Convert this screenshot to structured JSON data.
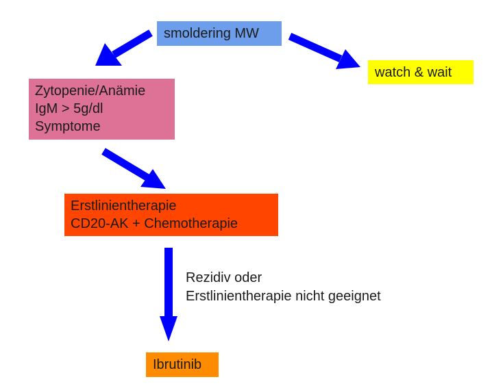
{
  "nodes": {
    "smoldering": {
      "label": "smoldering MW",
      "color": "#6d9eeb"
    },
    "watch": {
      "label": "watch & wait",
      "color": "#ffff00"
    },
    "zyto": {
      "lines": [
        "Zytopenie/Anämie",
        "IgM > 5g/dl",
        "Symptome"
      ],
      "color": "#de7296"
    },
    "erst": {
      "lines": [
        "Erstlinientherapie",
        "CD20-AK + Chemotherapie"
      ],
      "color": "#ff4500"
    },
    "ibru": {
      "label": "Ibrutinib",
      "color": "#ff8c00"
    }
  },
  "edge_label": {
    "lines": [
      "Rezidiv oder",
      "Erstlinientherapie nicht geeignet"
    ]
  },
  "arrow_color": "#0000ff"
}
